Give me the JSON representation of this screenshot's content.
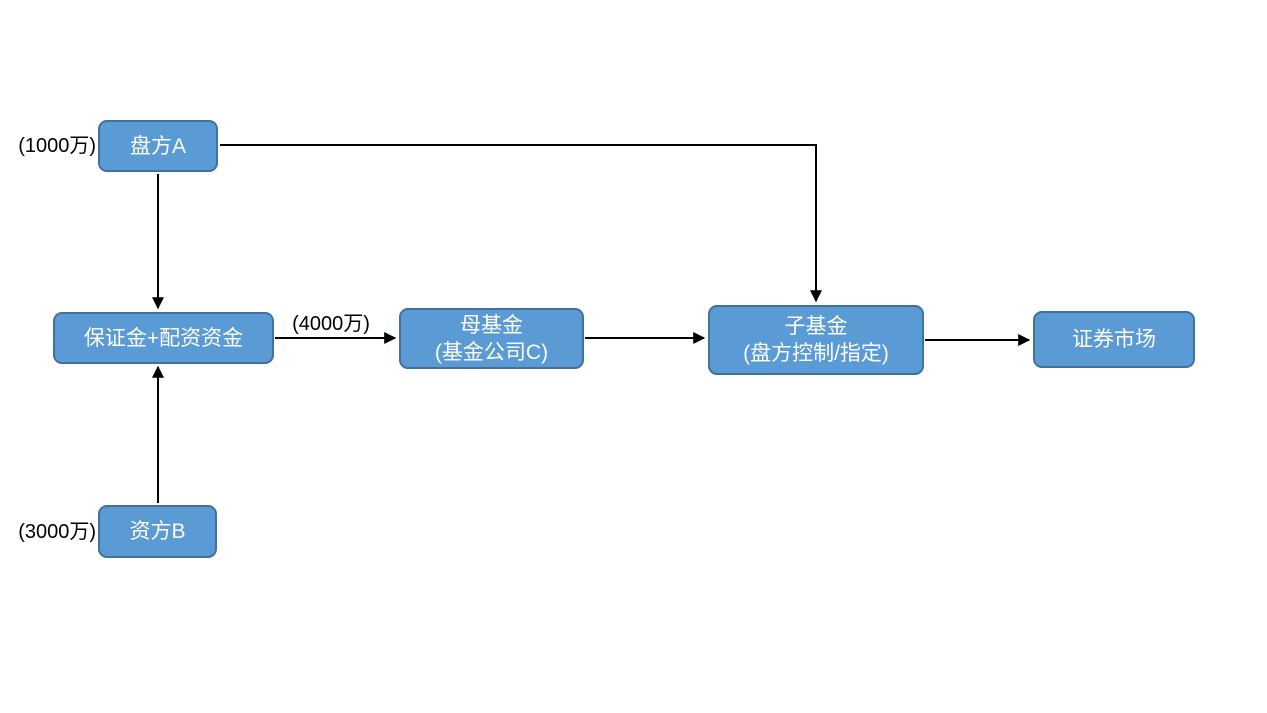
{
  "diagram": {
    "type": "flowchart",
    "colors": {
      "background": "#ffffff",
      "node_fill": "#5b9bd5",
      "node_border": "#41719c",
      "node_text": "#ffffff",
      "arrow": "#000000",
      "annotation_text": "#000000"
    },
    "nodes": [
      {
        "id": "pan-fang-a",
        "lines": [
          "盘方A"
        ]
      },
      {
        "id": "margin-funds",
        "lines": [
          "保证金+配资资金"
        ]
      },
      {
        "id": "zi-fang-b",
        "lines": [
          "资方B"
        ]
      },
      {
        "id": "mother-fund",
        "lines": [
          "母基金",
          "(基金公司C)"
        ]
      },
      {
        "id": "sub-fund",
        "lines": [
          "子基金",
          "(盘方控制/指定)"
        ]
      },
      {
        "id": "securities-market",
        "lines": [
          "证券市场"
        ]
      }
    ],
    "annotations": [
      {
        "id": "amount-pan-fang-a",
        "text": "(1000万)"
      },
      {
        "id": "amount-zi-fang-b",
        "text": "(3000万)"
      },
      {
        "id": "amount-margin-to-mother",
        "text": "(4000万)"
      }
    ],
    "edges": [
      {
        "from": "pan-fang-a",
        "to": "margin-funds",
        "label": ""
      },
      {
        "from": "zi-fang-b",
        "to": "margin-funds",
        "label": ""
      },
      {
        "from": "margin-funds",
        "to": "mother-fund",
        "label": "(4000万)"
      },
      {
        "from": "mother-fund",
        "to": "sub-fund",
        "label": ""
      },
      {
        "from": "pan-fang-a",
        "to": "sub-fund",
        "label": ""
      },
      {
        "from": "sub-fund",
        "to": "securities-market",
        "label": ""
      }
    ]
  }
}
